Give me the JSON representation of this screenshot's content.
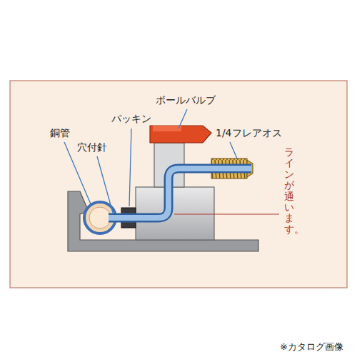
{
  "diagram": {
    "labels": [
      "ボールバルブ",
      "1/4フレアオス",
      "パッキン",
      "穴付針",
      "銅管",
      "ラインが通います。",
      "※カタログ画像"
    ]
  }
}
